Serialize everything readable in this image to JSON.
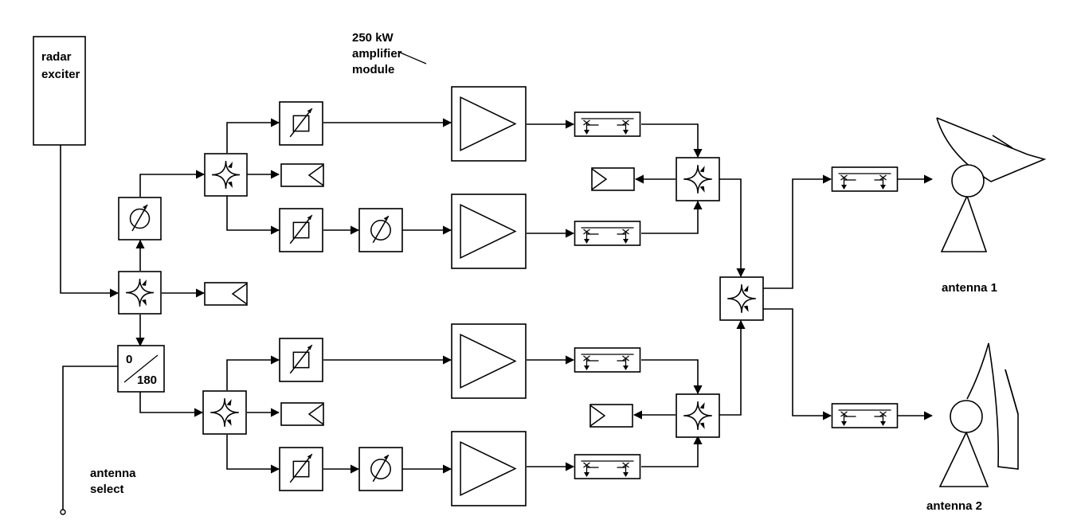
{
  "labels": {
    "amplifier_callout_line1": "250 kW",
    "amplifier_callout_line2": "amplifier",
    "amplifier_callout_line3": "module",
    "exciter_line1": "radar",
    "exciter_line2": "exciter",
    "phase_switch_top": "0",
    "phase_switch_bottom": "180",
    "antenna_select_line1": "antenna",
    "antenna_select_line2": "select",
    "antenna1": "antenna 1",
    "antenna2": "antenna 2",
    "coupler_mark": "×"
  }
}
